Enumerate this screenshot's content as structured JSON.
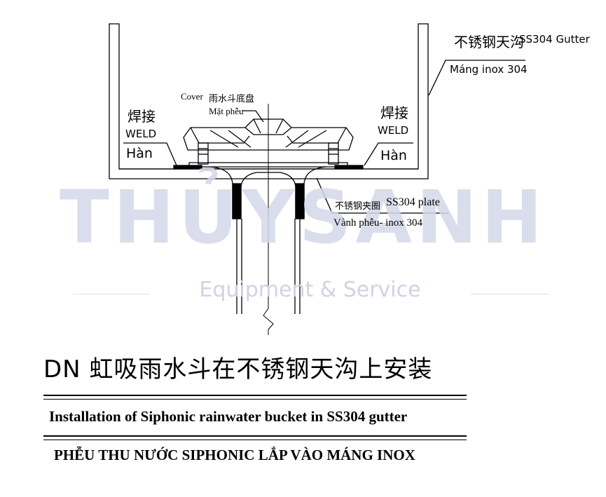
{
  "watermark": {
    "brand": "THỦYSANH",
    "tagline": "Equipment & Service"
  },
  "labels": {
    "gutter_cn": "不锈钢天沟",
    "gutter_en": "SS304 Gutter",
    "gutter_vi": "Máng inox 304",
    "cover_en": "Cover",
    "cover_cn": "雨水斗底盘",
    "cover_vi": "Mặt phễu",
    "weld_left_cn": "焊接",
    "weld_left_en": "WELD",
    "weld_left_vi": "Hàn",
    "weld_right_cn": "焊接",
    "weld_right_en": "WELD",
    "weld_right_vi": "Hàn",
    "plate_cn": "不锈钢夹圈",
    "plate_en": "SS304 plate",
    "plate_vi": "Vành phễu- inox 304"
  },
  "titles": {
    "main": "DN 虹吸雨水斗在不锈钢天沟上安装",
    "english": "Installation of Siphonic rainwater bucket in SS304 gutter",
    "vietnamese": "PHỄU THU NƯỚC SIPHONIC LẮP VÀO MÁNG INOX"
  }
}
